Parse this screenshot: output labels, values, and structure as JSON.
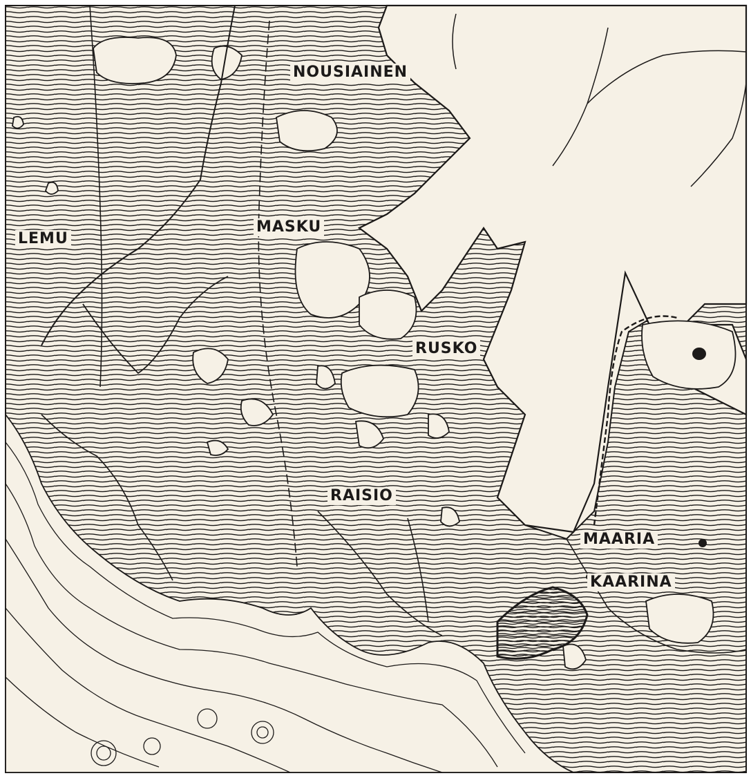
{
  "map": {
    "colors": {
      "paper": "#f6f1e6",
      "ink": "#1c1a19",
      "frame": "#ffffff"
    },
    "places": [
      {
        "id": "nousiainen",
        "label": "NOUSIAINEN"
      },
      {
        "id": "lemu",
        "label": "LEMU"
      },
      {
        "id": "masku",
        "label": "MASKU"
      },
      {
        "id": "rusko",
        "label": "RUSKO"
      },
      {
        "id": "raisio",
        "label": "RAISIO"
      },
      {
        "id": "maaria",
        "label": "MAARIA"
      },
      {
        "id": "kaarina",
        "label": "KAARINA"
      }
    ]
  }
}
